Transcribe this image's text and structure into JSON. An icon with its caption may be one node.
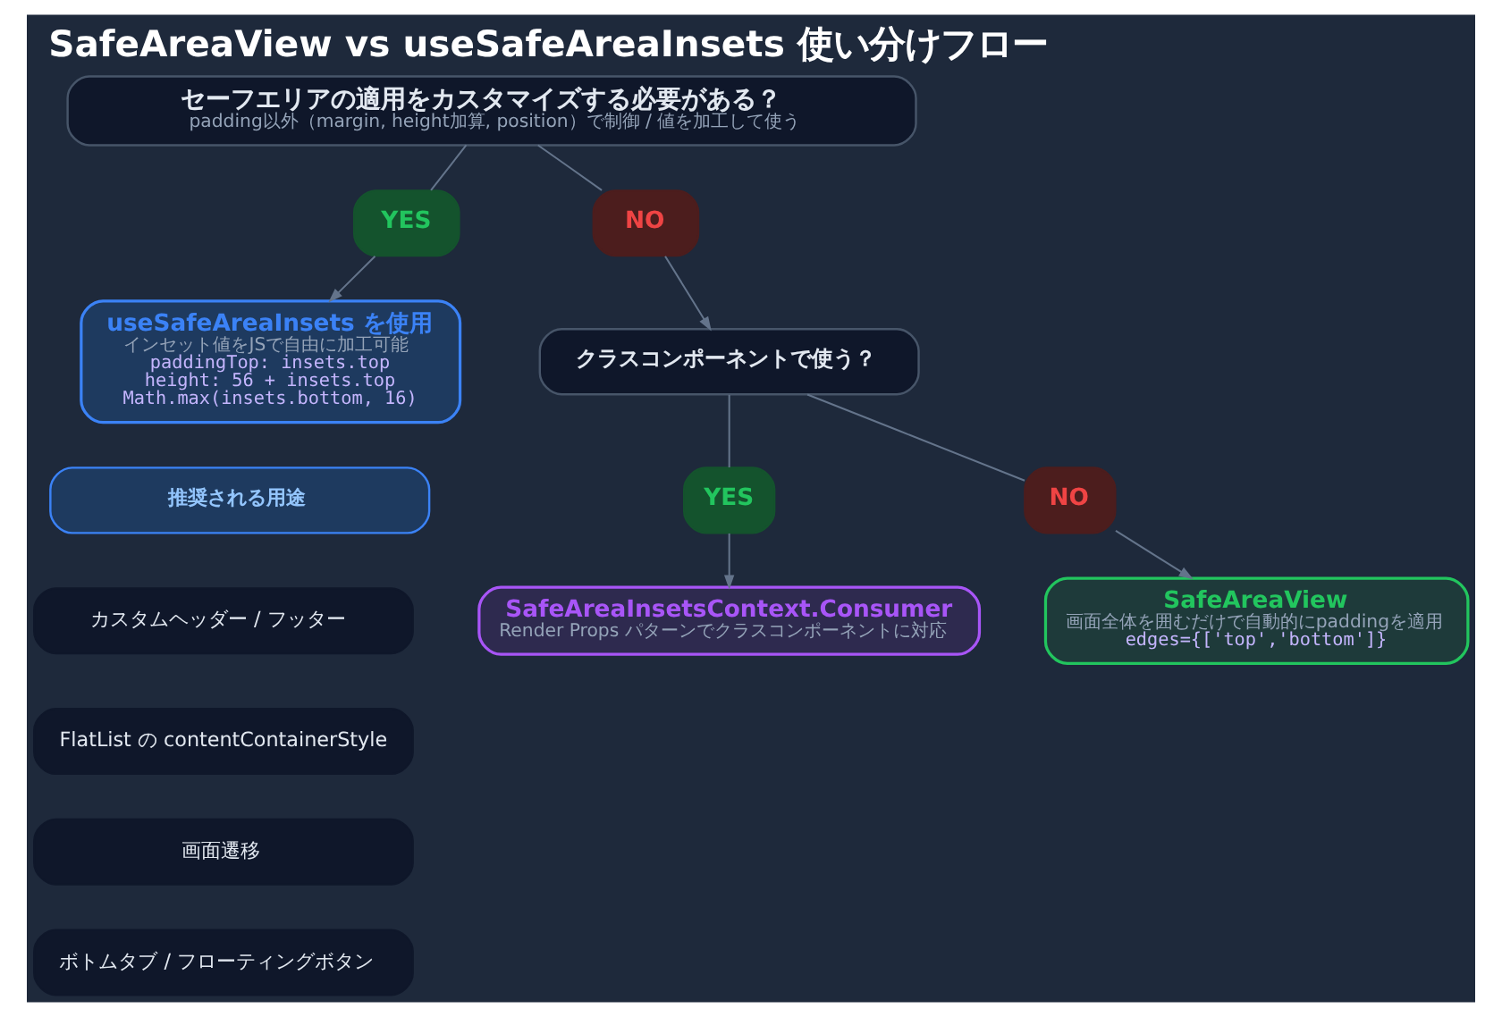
{
  "diagram": {
    "title": "SafeAreaView vs useSafeAreaInsets 使い分けフロー",
    "nodes": [
      {
        "text": [
          "セーフエリアの適用をカスタマイズする必要がある？",
          "padding以外（margin, height加算, position）で制御 / 値を加工して使う"
        ]
      },
      {
        "text": [
          "YES"
        ]
      },
      {
        "text": [
          "useSafeAreaInsets を使用",
          "インセット値をJSで自由に加工可能",
          "paddingTop: insets.top",
          "height: 56 + insets.top",
          "Math.max(insets.bottom, 16)"
        ]
      },
      {
        "text": [
          "NO"
        ]
      },
      {
        "text": [
          "クラスコンポーネントで使う？"
        ]
      },
      {
        "text": [
          "YES"
        ]
      },
      {
        "text": [
          "SafeAreaInsetsContext.Consumer",
          "Render Props パターンでクラスコンポーネントに対応"
        ]
      },
      {
        "text": [
          "NO"
        ]
      },
      {
        "text": [
          "SafeAreaView",
          "画面全体を囲むだけで自動的にpaddingを適用",
          "edges={['top','bottom']}"
        ]
      },
      {
        "text": [
          "推奨される用途"
        ]
      },
      {
        "text": [
          "カスタムヘッダー / フッター"
        ]
      },
      {
        "text": [
          "FlatList の contentContainerStyle"
        ]
      },
      {
        "text": [
          "画面遷移"
        ]
      },
      {
        "text": [
          "ボトムタブ / フローティングボタン"
        ]
      }
    ],
    "edges": [
      {
        "from": 0,
        "to": 1,
        "arrow": "none"
      },
      {
        "from": 1,
        "to": 2,
        "arrow": "to"
      },
      {
        "from": 0,
        "to": 3,
        "arrow": "none"
      },
      {
        "from": 3,
        "to": 4,
        "arrow": "to"
      },
      {
        "from": 4,
        "to": 5,
        "arrow": "none"
      },
      {
        "from": 5,
        "to": 6,
        "arrow": "to"
      },
      {
        "from": 4,
        "to": 7,
        "arrow": "none"
      },
      {
        "from": 7,
        "to": 8,
        "arrow": "to"
      }
    ]
  }
}
